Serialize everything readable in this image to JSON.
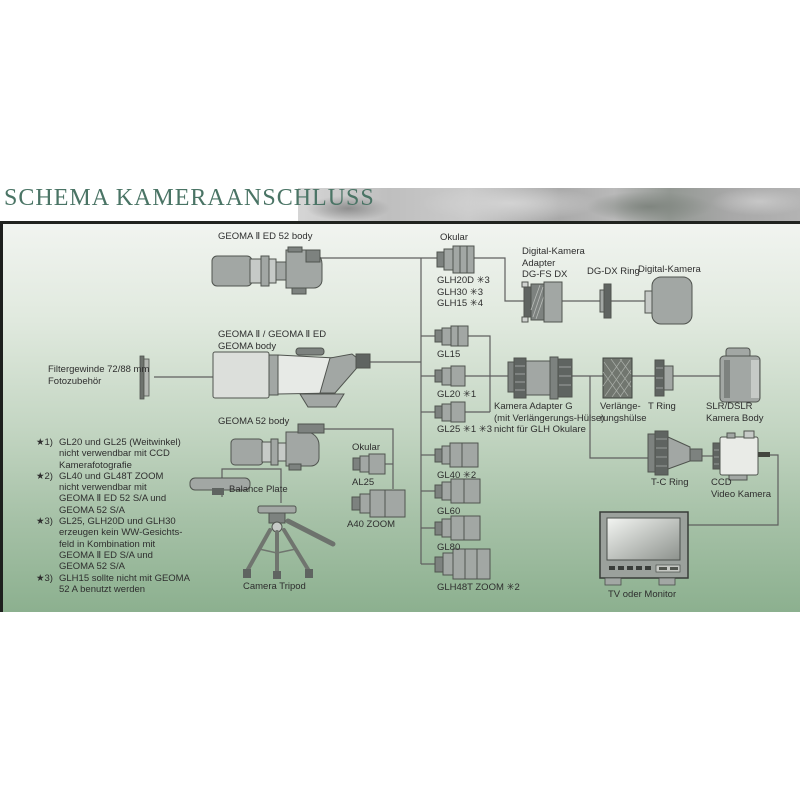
{
  "title": "SCHEMA KAMERAANSCHLUSS",
  "colors": {
    "accent_title": "#4a7465",
    "line": "#5f5f5f",
    "bg_top": "#f1f4f0",
    "bg_bottom": "#8cb08f"
  },
  "labels": {
    "scope1": "GEOMA Ⅱ ED 52 body",
    "okular_glh_title": "Okular",
    "okular_glh_items": "GLH20D ✳3\nGLH30 ✳3\nGLH15 ✳4",
    "dg_adapter": "Digital-Kamera\nAdapter\nDG-FS DX",
    "dg_dx_ring": "DG-DX Ring",
    "digital_kamera": "Digital-Kamera",
    "filter": "Filtergewinde 72/88 mm\nFotozubehör",
    "scope2": "GEOMA Ⅱ / GEOMA Ⅱ ED\nGEOMA body",
    "scope3": "GEOMA 52 body",
    "okular_al_title": "Okular",
    "al25": "AL25",
    "a40_zoom": "A40 ZOOM",
    "balance_plate": "Balance Plate",
    "camera_tripod": "Camera Tripod",
    "kamera_adapter_g": "Kamera Adapter G\n(mit Verlängerungs-Hülse)\nnicht für GLH Okulare",
    "huelse": "Verlänge-\nrungshülse",
    "t_ring": "T Ring",
    "slr": "SLR/DSLR\nKamera Body",
    "tc_ring": "T-C Ring",
    "ccd": "CCD\nVideo Kamera",
    "tv": "TV oder Monitor"
  },
  "eyepieces": [
    {
      "label": "GL15"
    },
    {
      "label": "GL20 ✳1"
    },
    {
      "label": "GL25 ✳1 ✳3"
    },
    {
      "label": "GL40 ✳2"
    },
    {
      "label": "GL60"
    },
    {
      "label": "GL80"
    },
    {
      "label": "GLH48T ZOOM ✳2"
    }
  ],
  "footnotes": [
    {
      "marker": "★1)",
      "text": "GL20 und GL25 (Weitwinkel)\nnicht verwendbar mit CCD\nKamerafotografie"
    },
    {
      "marker": "★2)",
      "text": "GL40 und GL48T ZOOM\nnicht verwendbar mit\nGEOMA Ⅱ ED 52 S/A und\nGEOMA 52 S/A"
    },
    {
      "marker": "★3)",
      "text": "GL25, GLH20D und GLH30\nerzeugen kein WW-Gesichts-\nfeld in Kombination mit\nGEOMA Ⅱ ED S/A und\nGEOMA 52 S/A"
    },
    {
      "marker": "★3)",
      "text": "GLH15 sollte nicht mit GEOMA\n52 A benutzt werden"
    }
  ]
}
